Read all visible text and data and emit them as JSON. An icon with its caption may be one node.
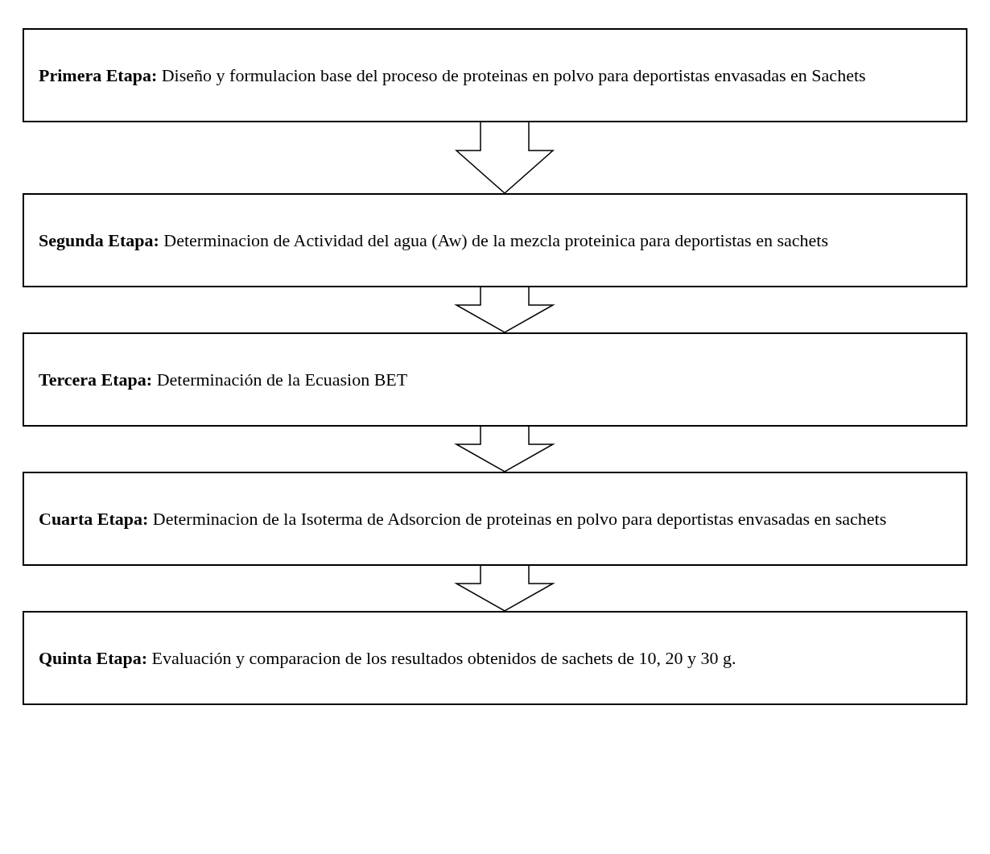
{
  "diagram": {
    "nodes": [
      {
        "text": [
          "**Primera Etapa:** Diseño y formulacion base del proceso de proteinas en polvo para deportistas envasadas en Sachets"
        ]
      },
      {
        "text": [
          "**Segunda Etapa:** Determinacion de Actividad del agua (Aw) de la mezcla proteinica para deportistas en sachets"
        ]
      },
      {
        "text": [
          "**Tercera Etapa:** Determinación de la Ecuasion BET"
        ]
      },
      {
        "text": [
          "**Cuarta Etapa:** Determinacion de la Isoterma de Adsorcion de proteinas en polvo para deportistas envasadas en sachets"
        ]
      },
      {
        "text": [
          "**Quinta Etapa:** Evaluación y comparacion de los resultados obtenidos de sachets de 10, 20 y 30 g."
        ]
      }
    ],
    "edges": [
      {
        "from": 0,
        "to": 1,
        "arrow": "to"
      },
      {
        "from": 1,
        "to": 2,
        "arrow": "to"
      },
      {
        "from": 2,
        "to": 3,
        "arrow": "to"
      },
      {
        "from": 3,
        "to": 4,
        "arrow": "to"
      }
    ]
  }
}
